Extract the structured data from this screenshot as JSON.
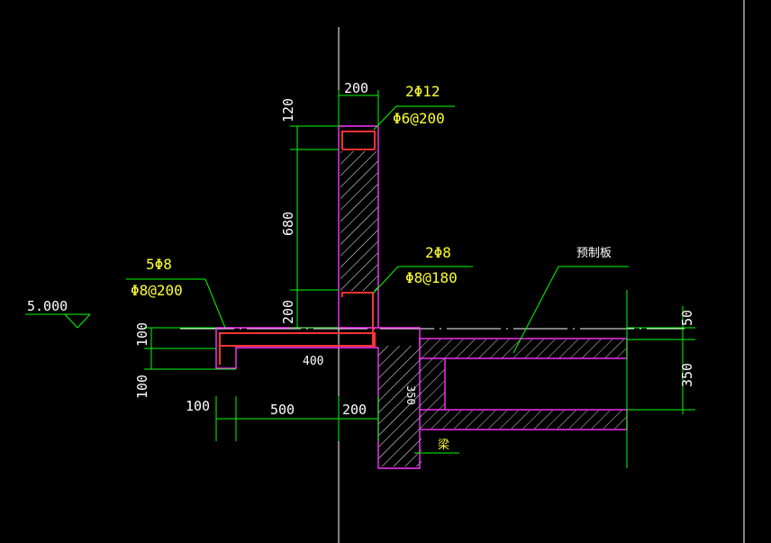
{
  "drawing": {
    "elevation": "5.000",
    "wall_rebar_top": "2Φ12",
    "wall_stirrup_top": "Φ6@200",
    "wall_rebar_mid": "2Φ8",
    "wall_stirrup_mid": "Φ8@180",
    "eave_rebar": "5Φ8",
    "eave_dist": "Φ8@200",
    "slab_label": "预制板",
    "beam_label": "梁"
  },
  "dims": {
    "top_width": "200",
    "v_120": "120",
    "v_680": "680",
    "v_200": "200",
    "v_100_a": "100",
    "v_100_b": "100",
    "h_100": "100",
    "h_500": "500",
    "h_200": "200",
    "inner_400": "400",
    "beam_350": "350",
    "r_50": "50",
    "r_350": "350"
  },
  "colors": {
    "background": "#000000",
    "dimension": "#00ff00",
    "annotation": "#ffff33",
    "outline": "#ff33ff",
    "rebar": "#ff3333",
    "line": "#ffffff"
  }
}
